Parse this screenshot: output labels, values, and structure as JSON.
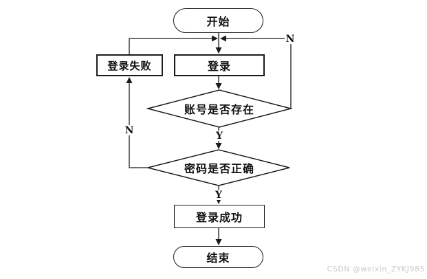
{
  "flowchart": {
    "title": "login-flowchart",
    "nodes": {
      "start": {
        "label": "开始",
        "type": "terminal"
      },
      "login_failed": {
        "label": "登录失败",
        "type": "process"
      },
      "login": {
        "label": "登录",
        "type": "process"
      },
      "account_check": {
        "label": "账号是否存在",
        "type": "decision"
      },
      "password_check": {
        "label": "密码是否正确",
        "type": "decision"
      },
      "login_success": {
        "label": "登录成功",
        "type": "process"
      },
      "end": {
        "label": "结束",
        "type": "terminal"
      }
    },
    "edge_labels": {
      "no_account": "N",
      "no_password": "N",
      "yes_account": "Y",
      "yes_password": "Y"
    },
    "colors": {
      "line": "#1a1a1a",
      "node_fill": "#ffffff",
      "text": "#111111",
      "watermark": "#c9c9c9"
    }
  },
  "watermark": {
    "text": "CSDN @weixin_ZYKJ985"
  }
}
